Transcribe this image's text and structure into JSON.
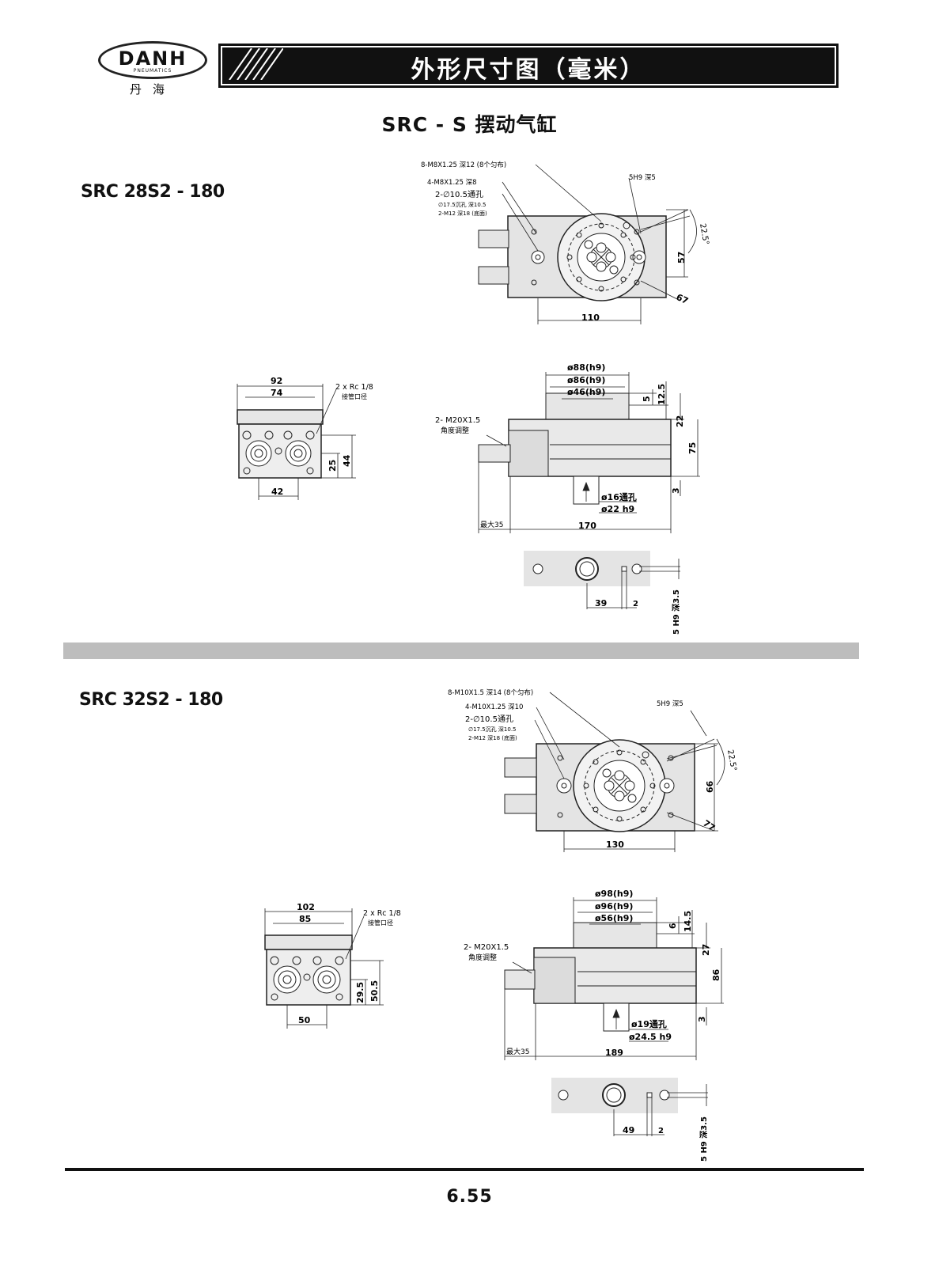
{
  "brand": {
    "logo_text": "DANH",
    "logo_sub": "PNEUMATICS",
    "logo_cn": "丹海"
  },
  "header": {
    "title": "外形尺寸图（毫米）"
  },
  "page_title": "SRC - S 摆动气缸",
  "page_number": "6.55",
  "sections": [
    {
      "model": "SRC 28S2 - 180",
      "top_view": {
        "callout_1": "8-M8X1.25 深12 (8个匀布)",
        "callout_2": "4-M8X1.25 深8",
        "callout_3": "2-∅10.5通孔",
        "callout_4": "∅17.5沉孔 深10.5",
        "callout_5": "2-M12 深18 (底面)",
        "keyway": "5H9 深5",
        "angle": "22.5°",
        "dim_height": "57",
        "dim_diag": "67",
        "dim_width": "110"
      },
      "end_view": {
        "dim_top": "92",
        "dim_inner": "74",
        "port": "2 x Rc 1/8",
        "port_cn": "接管口径",
        "dim_h1": "25",
        "dim_h2": "44",
        "dim_bottom": "42"
      },
      "side_view": {
        "d1": "ø88(h9)",
        "d2": "ø86(h9)",
        "d3": "ø46(h9)",
        "v1": "5",
        "v2": "12.5",
        "v3": "22",
        "v4": "75",
        "v5": "3",
        "adjust": "2- M20X1.5",
        "adjust_cn": "角度调整",
        "hole": "ø16通孔",
        "bore": "ø22 h9",
        "max": "最大35",
        "length": "170"
      },
      "bottom_view": {
        "dim_a": "39",
        "dim_b": "2",
        "keyway": "5 H9 深3.5"
      }
    },
    {
      "model": "SRC 32S2 - 180",
      "top_view": {
        "callout_1": "8-M10X1.5 深14 (8个匀布)",
        "callout_2": "4-M10X1.25 深10",
        "callout_3": "2-∅10.5通孔",
        "callout_4": "∅17.5沉孔 深10.5",
        "callout_5": "2-M12 深18 (底面)",
        "keyway": "5H9 深5",
        "angle": "22.5°",
        "dim_height": "66",
        "dim_diag": "77",
        "dim_width": "130"
      },
      "end_view": {
        "dim_top": "102",
        "dim_inner": "85",
        "port": "2 x Rc 1/8",
        "port_cn": "接管口径",
        "dim_h1": "29.5",
        "dim_h2": "50.5",
        "dim_bottom": "50"
      },
      "side_view": {
        "d1": "ø98(h9)",
        "d2": "ø96(h9)",
        "d3": "ø56(h9)",
        "v1": "6",
        "v2": "14.5",
        "v3": "27",
        "v4": "86",
        "v5": "3",
        "adjust": "2- M20X1.5",
        "adjust_cn": "角度调整",
        "hole": "ø19通孔",
        "bore": "ø24.5 h9",
        "max": "最大35",
        "length": "189"
      },
      "bottom_view": {
        "dim_a": "49",
        "dim_b": "2",
        "keyway": "5 H9 深3.5"
      }
    }
  ]
}
